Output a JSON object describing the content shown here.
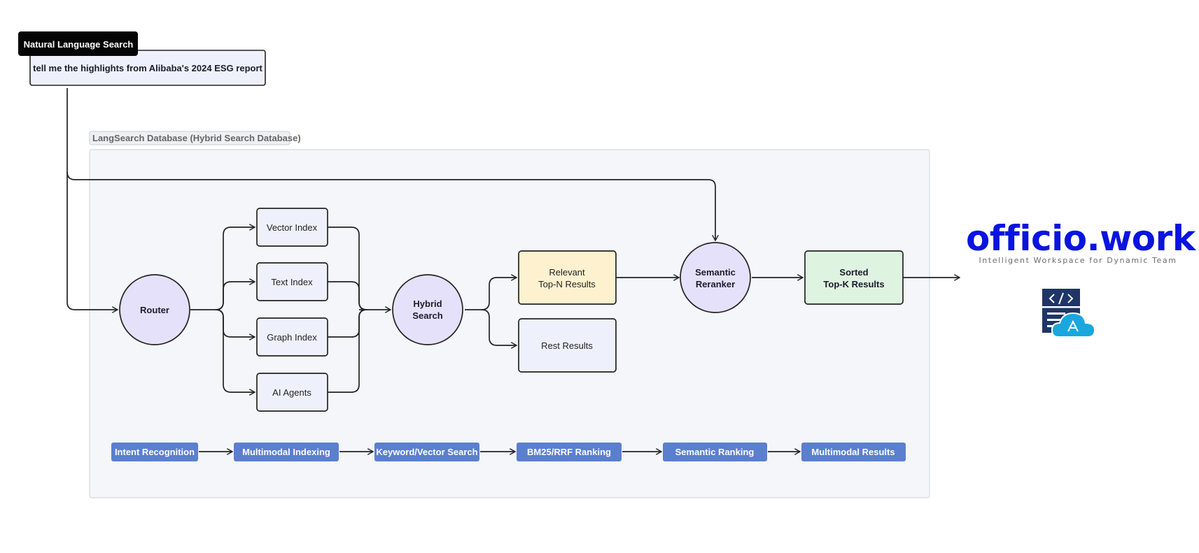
{
  "search": {
    "tag": "Natural Language Search",
    "query": "tell me the highlights from Alibaba's 2024 ESG report"
  },
  "database": {
    "label": "LangSearch Database (Hybrid Search Database)"
  },
  "nodes": {
    "router": "Router",
    "vector_index": "Vector Index",
    "text_index": "Text Index",
    "graph_index": "Graph Index",
    "ai_agents": "AI Agents",
    "hybrid_search": [
      "Hybrid",
      "Search"
    ],
    "relevant": [
      "Relevant",
      "Top-N Results"
    ],
    "rest": "Rest Results",
    "reranker": [
      "Semantic",
      "Reranker"
    ],
    "sorted": [
      "Sorted",
      "Top-K Results"
    ]
  },
  "stages": [
    "Intent Recognition",
    "Multimodal Indexing",
    "Keyword/Vector Search",
    "BM25/RRF Ranking",
    "Semantic Ranking",
    "Multimodal Results"
  ],
  "brand": {
    "name": "officio.work",
    "tagline": "Intelligent Workspace for Dynamic Team",
    "logo_icon": "code-document-cloud-icon"
  },
  "colors": {
    "circle_fill": "#e6e1fb",
    "index_fill": "#eef1fb",
    "relevant_fill": "#fdf1cf",
    "sorted_fill": "#dff3e1",
    "stage_fill": "#5b7fcf",
    "brand_blue": "#0a14e0",
    "logo_navy": "#1f3566",
    "logo_cloud": "#1aa7de"
  }
}
